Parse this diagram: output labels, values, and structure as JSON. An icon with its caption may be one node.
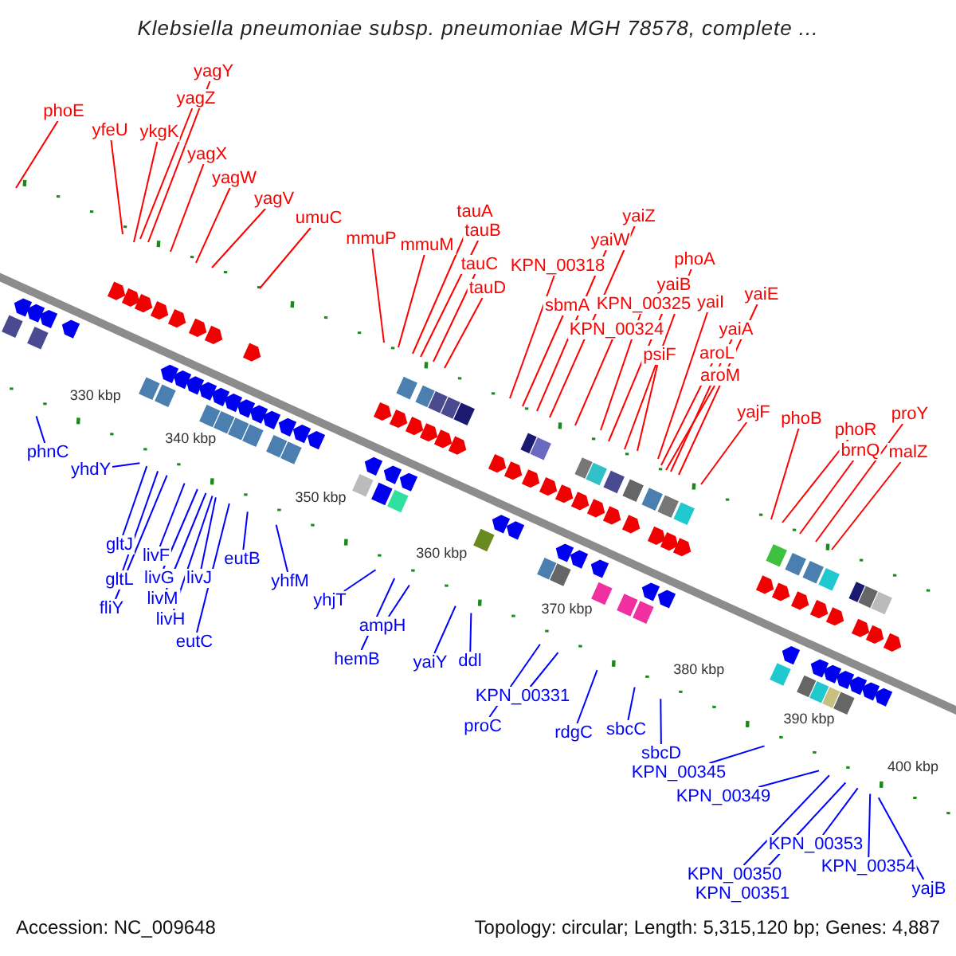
{
  "diagram": {
    "title": "Klebsiella pneumoniae subsp. pneumoniae MGH 78578, complete ...",
    "nodes": [
      {
        "text": [
          "phoE"
        ]
      },
      {
        "text": [
          "yfeU"
        ]
      },
      {
        "text": [
          "ykgK"
        ]
      },
      {
        "text": [
          "yagZ"
        ]
      },
      {
        "text": [
          "yagY"
        ]
      },
      {
        "text": [
          "yagX"
        ]
      },
      {
        "text": [
          "yagW"
        ]
      },
      {
        "text": [
          "yagV"
        ]
      },
      {
        "text": [
          "umuC"
        ]
      },
      {
        "text": [
          "mmuP"
        ]
      },
      {
        "text": [
          "mmuM"
        ]
      },
      {
        "text": [
          "tauA"
        ]
      },
      {
        "text": [
          "tauB"
        ]
      },
      {
        "text": [
          "tauC"
        ]
      },
      {
        "text": [
          "tauD"
        ]
      },
      {
        "text": [
          "KPN_00318"
        ]
      },
      {
        "text": [
          "sbmA"
        ]
      },
      {
        "text": [
          "yaiW"
        ]
      },
      {
        "text": [
          "yaiZ"
        ]
      },
      {
        "text": [
          "KPN_00325"
        ]
      },
      {
        "text": [
          "KPN_00324"
        ]
      },
      {
        "text": [
          "yaiB"
        ]
      },
      {
        "text": [
          "phoA"
        ]
      },
      {
        "text": [
          "psiF"
        ]
      },
      {
        "text": [
          "yaiI"
        ]
      },
      {
        "text": [
          "aroL"
        ]
      },
      {
        "text": [
          "aroM"
        ]
      },
      {
        "text": [
          "yaiA"
        ]
      },
      {
        "text": [
          "yaiE"
        ]
      },
      {
        "text": [
          "yajF"
        ]
      },
      {
        "text": [
          "phoB"
        ]
      },
      {
        "text": [
          "phoR"
        ]
      },
      {
        "text": [
          "brnQ"
        ]
      },
      {
        "text": [
          "proY"
        ]
      },
      {
        "text": [
          "malZ"
        ]
      },
      {
        "text": [
          "phnC"
        ]
      },
      {
        "text": [
          "yhdY"
        ]
      },
      {
        "text": [
          "gltJ"
        ]
      },
      {
        "text": [
          "gltL"
        ]
      },
      {
        "text": [
          "fliY"
        ]
      },
      {
        "text": [
          "livF"
        ]
      },
      {
        "text": [
          "livG"
        ]
      },
      {
        "text": [
          "livM"
        ]
      },
      {
        "text": [
          "livH"
        ]
      },
      {
        "text": [
          "livJ"
        ]
      },
      {
        "text": [
          "eutC"
        ]
      },
      {
        "text": [
          "eutB"
        ]
      },
      {
        "text": [
          "yhfM"
        ]
      },
      {
        "text": [
          "yhjT"
        ]
      },
      {
        "text": [
          "hemB"
        ]
      },
      {
        "text": [
          "ampH"
        ]
      },
      {
        "text": [
          "yaiY"
        ]
      },
      {
        "text": [
          "ddl"
        ]
      },
      {
        "text": [
          "proC"
        ]
      },
      {
        "text": [
          "KPN_00331"
        ]
      },
      {
        "text": [
          "rdgC"
        ]
      },
      {
        "text": [
          "sbcC"
        ]
      },
      {
        "text": [
          "sbcD"
        ]
      },
      {
        "text": [
          "KPN_00345"
        ]
      },
      {
        "text": [
          "KPN_00349"
        ]
      },
      {
        "text": [
          "KPN_00353"
        ]
      },
      {
        "text": [
          "KPN_00350"
        ]
      },
      {
        "text": [
          "KPN_00351"
        ]
      },
      {
        "text": [
          "KPN_00354"
        ]
      },
      {
        "text": [
          "yajB"
        ]
      }
    ],
    "edges": [
      {
        "from": 0,
        "to": null,
        "arrow": "none"
      },
      {
        "from": 1,
        "to": null,
        "arrow": "none"
      },
      {
        "from": 2,
        "to": null,
        "arrow": "none"
      },
      {
        "from": 3,
        "to": null,
        "arrow": "none"
      },
      {
        "from": 4,
        "to": null,
        "arrow": "none"
      },
      {
        "from": 5,
        "to": null,
        "arrow": "none"
      },
      {
        "from": 6,
        "to": null,
        "arrow": "none"
      },
      {
        "from": 7,
        "to": null,
        "arrow": "none"
      },
      {
        "from": 8,
        "to": null,
        "arrow": "none"
      },
      {
        "from": 9,
        "to": null,
        "arrow": "none"
      },
      {
        "from": 10,
        "to": null,
        "arrow": "none"
      },
      {
        "from": 11,
        "to": null,
        "arrow": "none"
      },
      {
        "from": 12,
        "to": null,
        "arrow": "none"
      },
      {
        "from": 13,
        "to": null,
        "arrow": "none"
      },
      {
        "from": 14,
        "to": null,
        "arrow": "none"
      },
      {
        "from": 15,
        "to": null,
        "arrow": "none"
      },
      {
        "from": 16,
        "to": null,
        "arrow": "none"
      },
      {
        "from": 17,
        "to": null,
        "arrow": "none"
      },
      {
        "from": 18,
        "to": null,
        "arrow": "none"
      },
      {
        "from": 19,
        "to": null,
        "arrow": "none"
      },
      {
        "from": 20,
        "to": null,
        "arrow": "none"
      },
      {
        "from": 21,
        "to": null,
        "arrow": "none"
      },
      {
        "from": 22,
        "to": null,
        "arrow": "none"
      },
      {
        "from": 23,
        "to": null,
        "arrow": "none"
      },
      {
        "from": 24,
        "to": null,
        "arrow": "none"
      },
      {
        "from": 25,
        "to": null,
        "arrow": "none"
      },
      {
        "from": 26,
        "to": null,
        "arrow": "none"
      },
      {
        "from": 27,
        "to": null,
        "arrow": "none"
      },
      {
        "from": 28,
        "to": null,
        "arrow": "none"
      },
      {
        "from": 29,
        "to": null,
        "arrow": "none"
      },
      {
        "from": 30,
        "to": null,
        "arrow": "none"
      },
      {
        "from": 31,
        "to": null,
        "arrow": "none"
      },
      {
        "from": 32,
        "to": null,
        "arrow": "none"
      },
      {
        "from": 33,
        "to": null,
        "arrow": "none"
      },
      {
        "from": 34,
        "to": null,
        "arrow": "none"
      },
      {
        "from": 35,
        "to": null,
        "arrow": "none",
        "color": "#0000ff"
      },
      {
        "from": 36,
        "to": null,
        "arrow": "none",
        "color": "#0000ff"
      },
      {
        "from": 37,
        "to": null,
        "arrow": "none",
        "color": "#0000ff"
      },
      {
        "from": 38,
        "to": null,
        "arrow": "none",
        "color": "#0000ff"
      },
      {
        "from": 39,
        "to": null,
        "arrow": "none",
        "color": "#0000ff"
      },
      {
        "from": 40,
        "to": null,
        "arrow": "none",
        "color": "#0000ff"
      },
      {
        "from": 41,
        "to": null,
        "arrow": "none",
        "color": "#0000ff"
      },
      {
        "from": 42,
        "to": null,
        "arrow": "none",
        "color": "#0000ff"
      },
      {
        "from": 43,
        "to": null,
        "arrow": "none",
        "color": "#0000ff"
      },
      {
        "from": 44,
        "to": null,
        "arrow": "none",
        "color": "#0000ff"
      },
      {
        "from": 45,
        "to": null,
        "arrow": "none",
        "color": "#0000ff"
      },
      {
        "from": 46,
        "to": null,
        "arrow": "none",
        "color": "#0000ff"
      },
      {
        "from": 47,
        "to": null,
        "arrow": "none",
        "color": "#0000ff"
      },
      {
        "from": 48,
        "to": null,
        "arrow": "none",
        "color": "#0000ff"
      },
      {
        "from": 49,
        "to": null,
        "arrow": "none",
        "color": "#0000ff"
      },
      {
        "from": 50,
        "to": null,
        "arrow": "none",
        "color": "#0000ff"
      },
      {
        "from": 51,
        "to": null,
        "arrow": "none",
        "color": "#0000ff"
      },
      {
        "from": 52,
        "to": null,
        "arrow": "none",
        "color": "#0000ff"
      },
      {
        "from": 53,
        "to": null,
        "arrow": "none",
        "color": "#0000ff"
      },
      {
        "from": 54,
        "to": null,
        "arrow": "none",
        "color": "#0000ff"
      },
      {
        "from": 55,
        "to": null,
        "arrow": "none",
        "color": "#0000ff"
      },
      {
        "from": 56,
        "to": null,
        "arrow": "none",
        "color": "#0000ff"
      },
      {
        "from": 57,
        "to": null,
        "arrow": "none",
        "color": "#0000ff"
      },
      {
        "from": 58,
        "to": null,
        "arrow": "none",
        "color": "#0000ff"
      },
      {
        "from": 59,
        "to": null,
        "arrow": "none",
        "color": "#0000ff"
      },
      {
        "from": 60,
        "to": null,
        "arrow": "none",
        "color": "#0000ff"
      },
      {
        "from": 61,
        "to": null,
        "arrow": "none",
        "color": "#0000ff"
      },
      {
        "from": 62,
        "to": null,
        "arrow": "none",
        "color": "#0000ff"
      },
      {
        "from": 63,
        "to": null,
        "arrow": "none",
        "color": "#0000ff"
      },
      {
        "from": 64,
        "to": null,
        "arrow": "none",
        "color": "#0000ff"
      }
    ],
    "labels": [
      "330 kbp",
      "340 kbp",
      "350 kbp",
      "360 kbp",
      "370 kbp",
      "380 kbp",
      "390 kbp",
      "400 kbp",
      "Accession: NC_009648",
      "Topology: circular; Length: 5,315,120 bp; Genes: 4,887"
    ]
  }
}
